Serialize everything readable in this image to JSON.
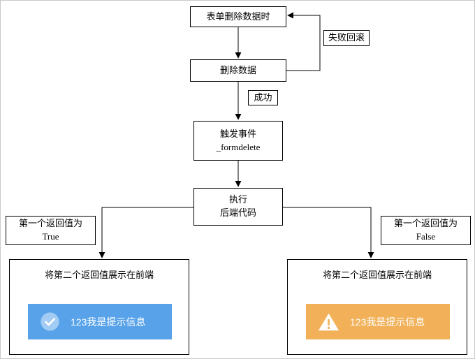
{
  "colors": {
    "toast_success": "#57a2e9",
    "toast_warning": "#f2b159",
    "node_border": "#000000"
  },
  "flow": {
    "start": "表单删除数据时",
    "delete": "删除数据",
    "fail_label": "失败回滚",
    "success_label": "成功",
    "trigger_line1": "触发事件",
    "trigger_line2": "_formdelete",
    "execute_line1": "执行",
    "execute_line2": "后端代码",
    "left": {
      "cond_line1": "第一个返回值为",
      "cond_line2": "True",
      "result_title": "将第二个返回值展示在前端",
      "toast_text": "123我是提示信息",
      "icon": "check-circle-icon"
    },
    "right": {
      "cond_line1": "第一个返回值为",
      "cond_line2": "False",
      "result_title": "将第二个返回值展示在前端",
      "toast_text": "123我是提示信息",
      "icon": "warning-triangle-icon"
    }
  }
}
